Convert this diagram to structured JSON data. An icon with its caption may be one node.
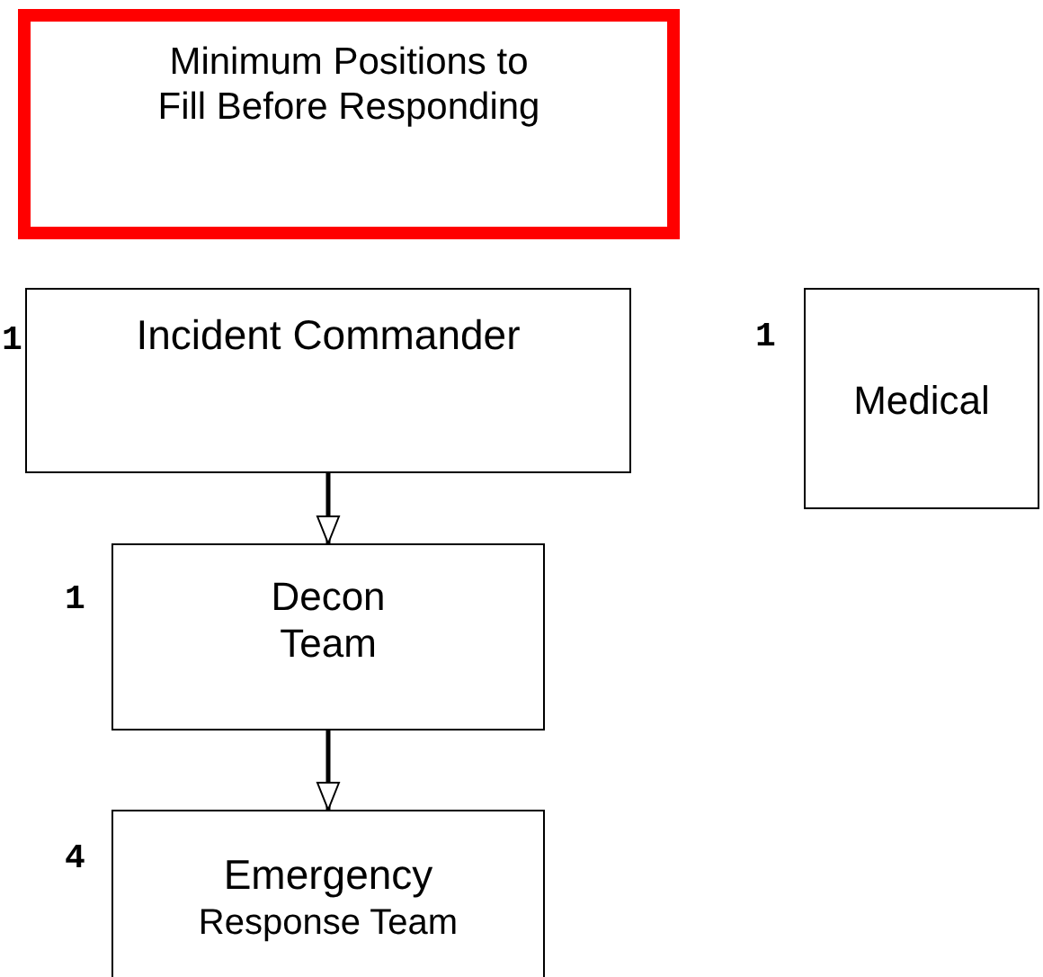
{
  "diagram": {
    "nodes": [
      {
        "text": [
          "Minimum Positions to Fill Before Responding"
        ]
      },
      {
        "text": [
          "Incident Commander"
        ],
        "beside": [
          "1"
        ]
      },
      {
        "text": [
          "Medical"
        ],
        "beside": [
          "1"
        ]
      },
      {
        "text": [
          "Decon Team"
        ],
        "beside": [
          "1"
        ]
      },
      {
        "text": [
          "Emergency",
          "Response Team"
        ],
        "beside": [
          "4"
        ]
      }
    ],
    "edges": [
      {
        "from": 1,
        "to": 3,
        "arrow": "to"
      },
      {
        "from": 3,
        "to": 4,
        "arrow": "to"
      }
    ]
  }
}
